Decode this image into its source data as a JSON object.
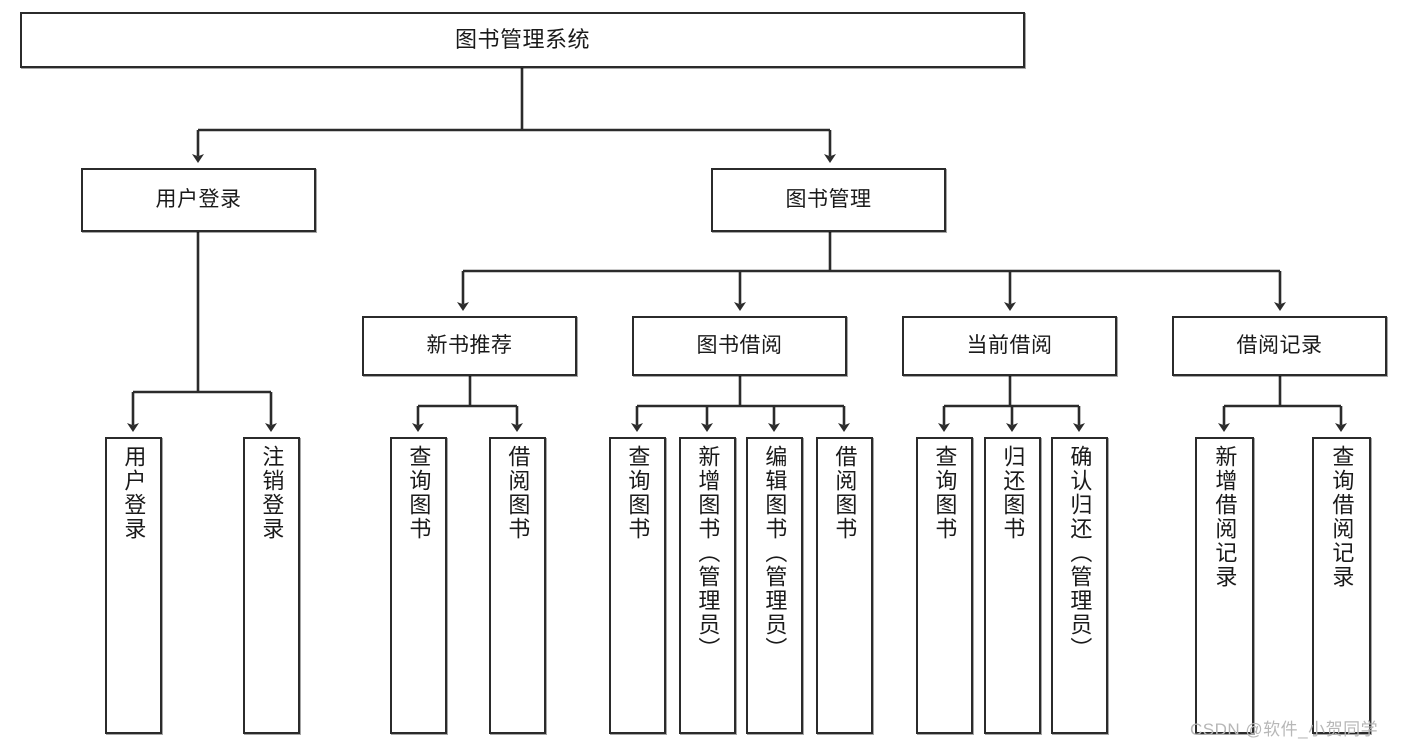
{
  "diagram": {
    "type": "tree-hierarchy-chart",
    "title": "图书管理系统",
    "root": {
      "label": "图书管理系统"
    },
    "level2": [
      {
        "label": "用户登录"
      },
      {
        "label": "图书管理"
      }
    ],
    "level3": [
      {
        "label": "新书推荐"
      },
      {
        "label": "图书借阅"
      },
      {
        "label": "当前借阅"
      },
      {
        "label": "借阅记录"
      }
    ],
    "leaves": {
      "user_login": [
        {
          "label": "用户登录"
        },
        {
          "label": "注销登录"
        }
      ],
      "new_book_recommend": [
        {
          "label": "查询图书"
        },
        {
          "label": "借阅图书"
        }
      ],
      "book_borrow": [
        {
          "label": "查询图书"
        },
        {
          "label": "新增图书（管理员）"
        },
        {
          "label": "编辑图书（管理员）"
        },
        {
          "label": "借阅图书"
        }
      ],
      "current_borrow": [
        {
          "label": "查询图书"
        },
        {
          "label": "归还图书"
        },
        {
          "label": "确认归还（管理员）"
        }
      ],
      "borrow_record": [
        {
          "label": "新增借阅记录"
        },
        {
          "label": "查询借阅记录"
        }
      ]
    }
  },
  "watermark": {
    "text": "CSDN @软件_小贺同学"
  },
  "colors": {
    "box_border": "#2b2b2b",
    "box_fill": "#ffffff",
    "edge": "#2b2b2b",
    "text": "#1a1a1a",
    "watermark": "#b7b7b7",
    "background": "#ffffff"
  }
}
